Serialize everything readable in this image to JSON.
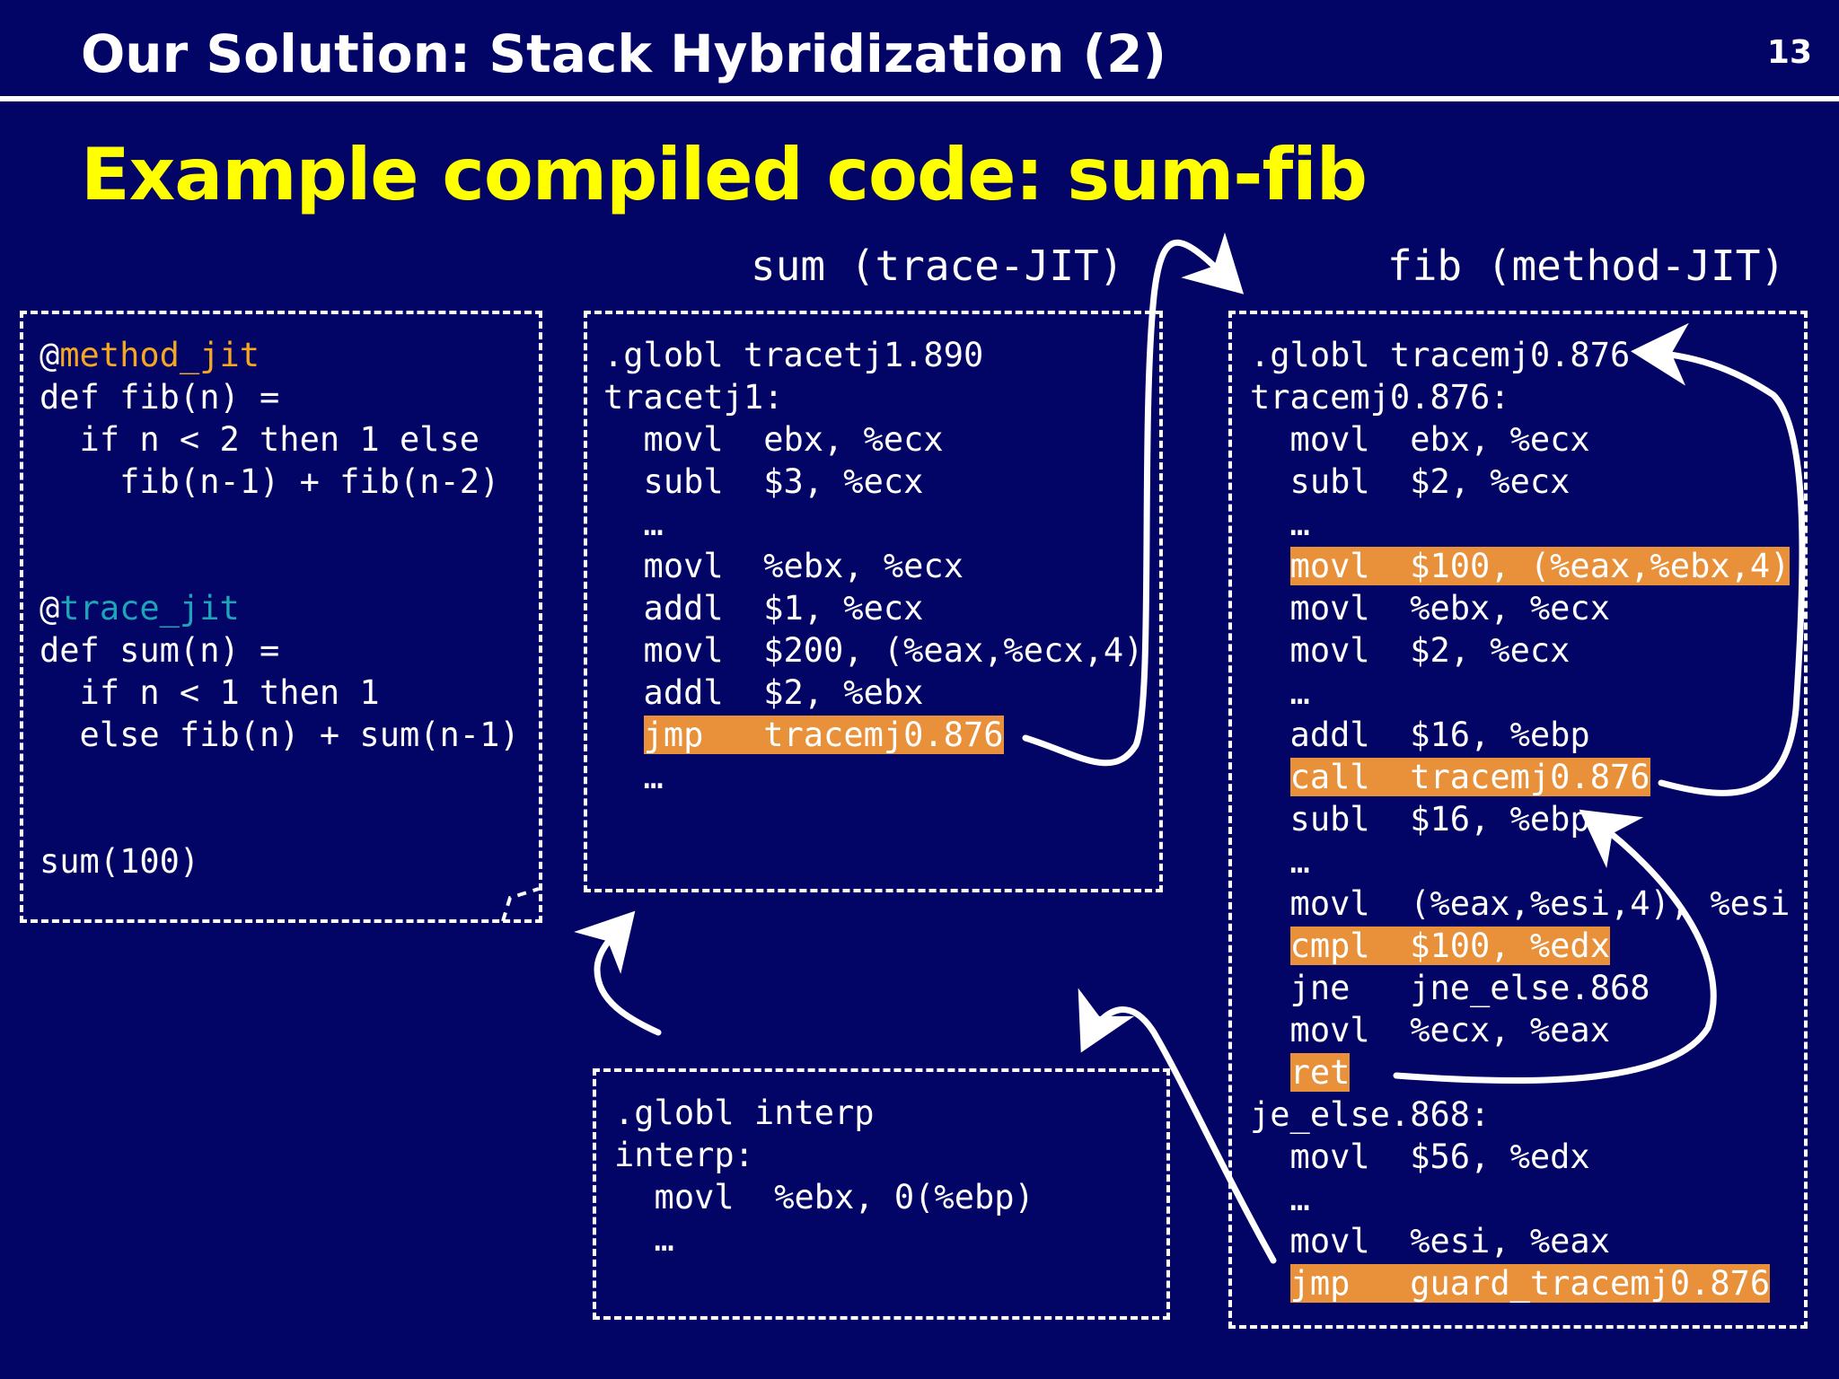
{
  "header": {
    "title": "Our Solution: Stack Hybridization (2)",
    "page_number": "13"
  },
  "slide": {
    "title": "Example compiled code: sum-fib"
  },
  "labels": {
    "sum": "sum (trace-JIT)",
    "fib": "fib (method-JIT)"
  },
  "source": {
    "lines": [
      {
        "at": "@",
        "decorator": "method_jit",
        "decorator_kind": "method"
      },
      {
        "text": "def fib(n) ="
      },
      {
        "text": "  if n < 2 then 1 else"
      },
      {
        "text": "    fib(n-1) + fib(n-2)"
      },
      {
        "text": ""
      },
      {
        "text": ""
      },
      {
        "at": "@",
        "decorator": "trace_jit",
        "decorator_kind": "trace"
      },
      {
        "text": "def sum(n) ="
      },
      {
        "text": "  if n < 1 then 1"
      },
      {
        "text": "  else fib(n) + sum(n-1)"
      },
      {
        "text": ""
      },
      {
        "text": ""
      },
      {
        "text": "sum(100)"
      }
    ]
  },
  "trace_code": {
    "lines": [
      {
        "text": ".globl tracetj1.890"
      },
      {
        "text": "tracetj1:"
      },
      {
        "text": "  movl  ebx, %ecx"
      },
      {
        "text": "  subl  $3, %ecx"
      },
      {
        "text": "  …"
      },
      {
        "text": "  movl  %ebx, %ecx"
      },
      {
        "text": "  addl  $1, %ecx"
      },
      {
        "text": "  movl  $200, (%eax,%ecx,4)"
      },
      {
        "text": "  addl  $2, %ebx"
      },
      {
        "indent": "  ",
        "hl": "jmp   tracemj0.876"
      },
      {
        "text": "  …"
      }
    ]
  },
  "method_code": {
    "lines": [
      {
        "text": ".globl tracemj0.876"
      },
      {
        "text": "tracemj0.876:"
      },
      {
        "text": "  movl  ebx, %ecx"
      },
      {
        "text": "  subl  $2, %ecx"
      },
      {
        "text": "  …"
      },
      {
        "indent": "  ",
        "hl": "movl  $100, (%eax,%ebx,4)"
      },
      {
        "text": "  movl  %ebx, %ecx"
      },
      {
        "text": "  movl  $2, %ecx"
      },
      {
        "text": "  …"
      },
      {
        "text": "  addl  $16, %ebp"
      },
      {
        "indent": "  ",
        "hl": "call  tracemj0.876"
      },
      {
        "text": "  subl  $16, %ebp"
      },
      {
        "text": "  …"
      },
      {
        "text": "  movl  (%eax,%esi,4), %esi"
      },
      {
        "indent": "  ",
        "hl": "cmpl  $100, %edx"
      },
      {
        "text": "  jne   jne_else.868"
      },
      {
        "text": "  movl  %ecx, %eax"
      },
      {
        "indent": "  ",
        "hl": "ret"
      },
      {
        "text": "je_else.868:"
      },
      {
        "text": "  movl  $56, %edx"
      },
      {
        "text": "  …"
      },
      {
        "text": "  movl  %esi, %eax"
      },
      {
        "indent": "  ",
        "hl": "jmp   guard_tracemj0.876"
      }
    ]
  },
  "interp_code": {
    "lines": [
      {
        "text": ".globl interp"
      },
      {
        "text": "interp:"
      },
      {
        "text": "  movl  %ebx, 0(%ebp)"
      },
      {
        "text": "  …"
      }
    ]
  },
  "colors": {
    "background": "#020466",
    "title_yellow": "#ffff00",
    "highlight": "#e8913a",
    "method_decorator": "#f5a623",
    "trace_decorator": "#1fa3b8"
  }
}
